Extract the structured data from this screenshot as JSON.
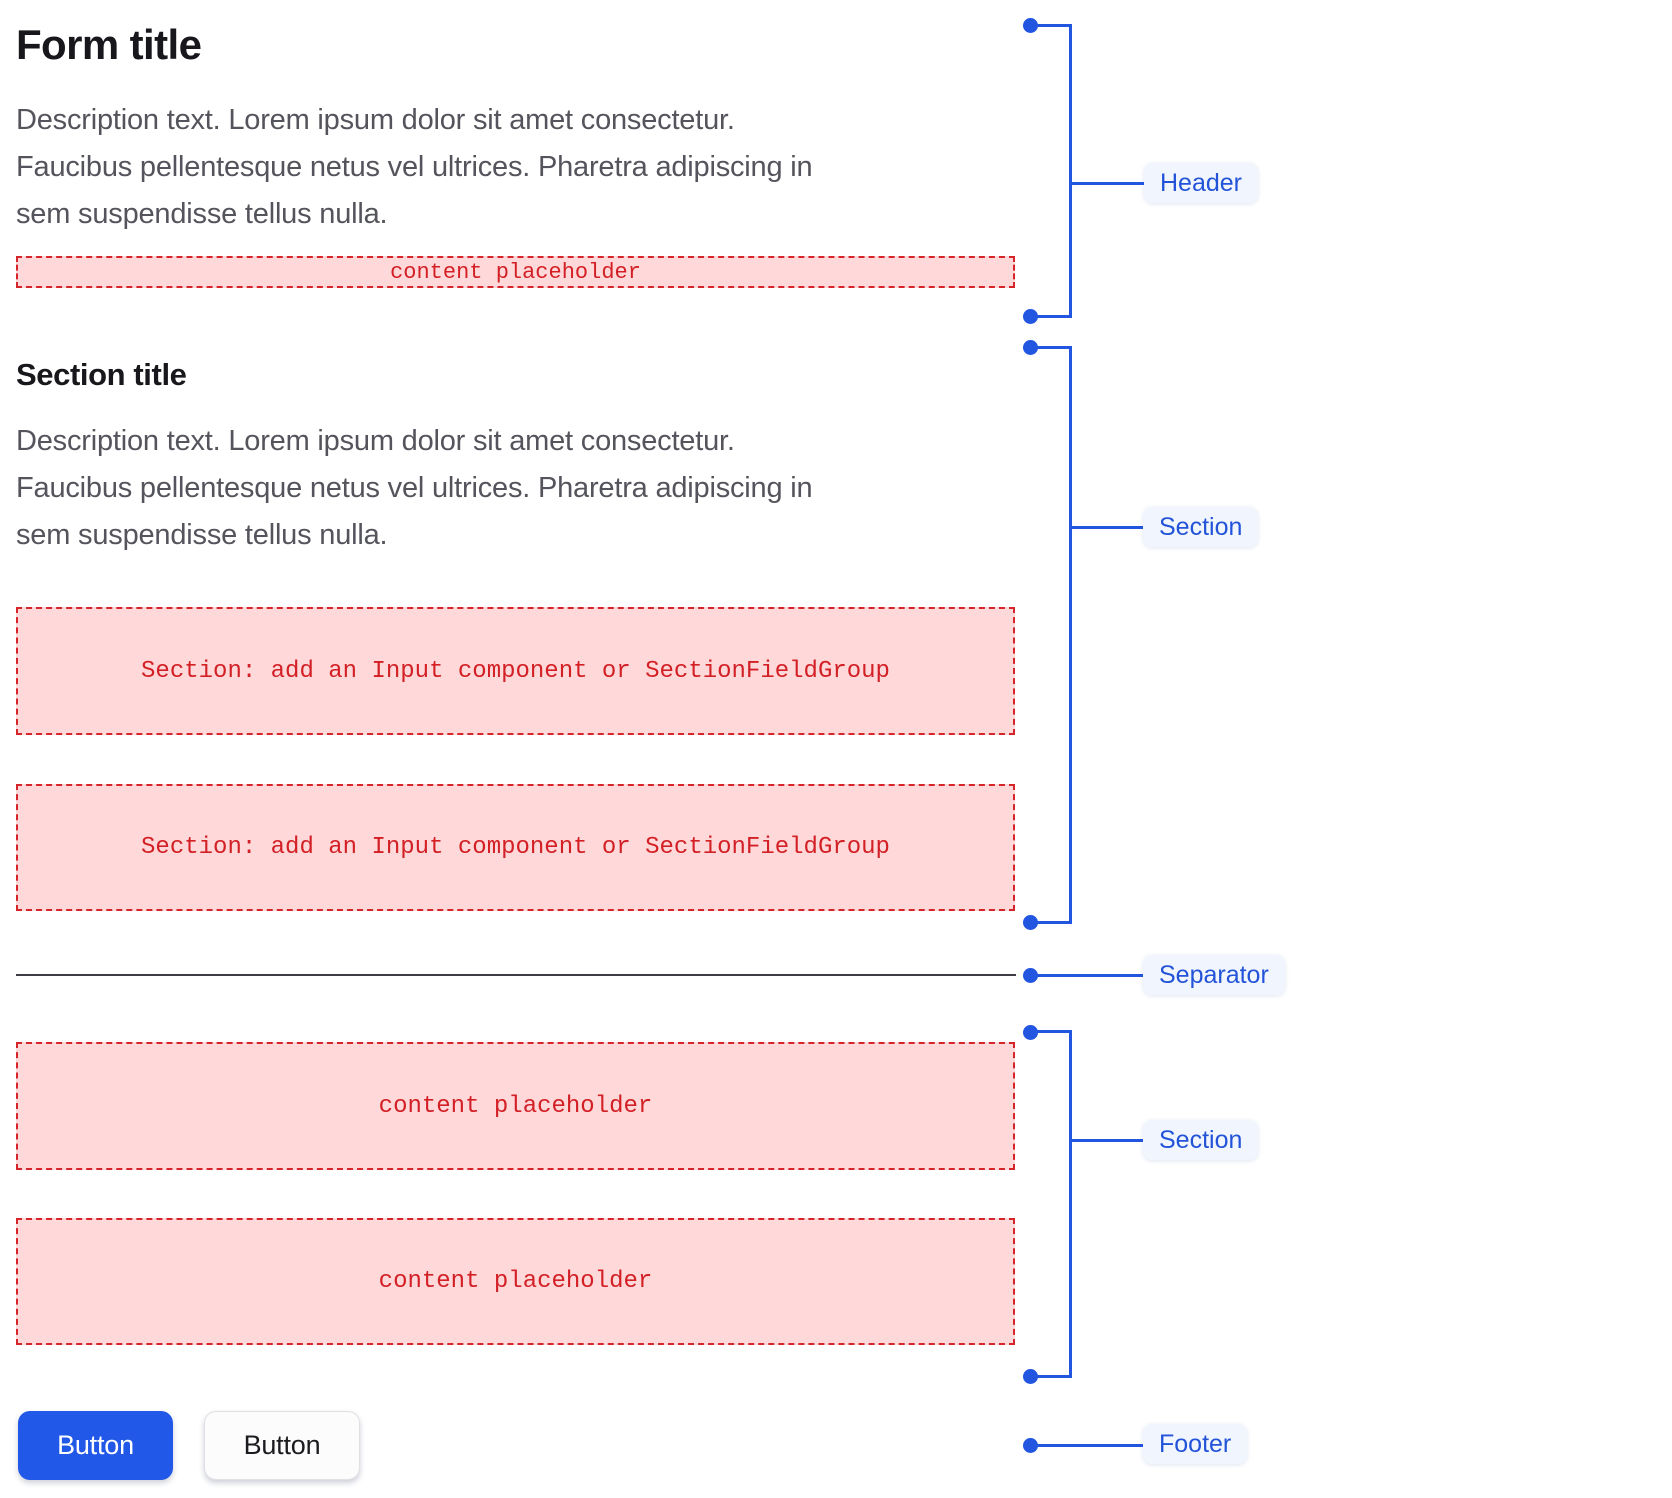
{
  "colors": {
    "annotation_blue": "#2255e0",
    "annotation_pill_bg": "#f0f5fe",
    "placeholder_pink": "#ffd9d9",
    "placeholder_red": "#d6242b",
    "separator_gray": "#3c3c44",
    "primary_button_blue": "#2158e8",
    "title_color": "#17171c",
    "description_gray": "#54545c"
  },
  "header": {
    "title": "Form title",
    "description_lines": [
      "Description text. Lorem ipsum dolor sit amet consectetur.",
      "Faucibus pellentesque netus vel ultrices. Pharetra adipiscing in",
      "sem suspendisse tellus nulla."
    ],
    "placeholder": "content placeholder"
  },
  "section": {
    "title": "Section title",
    "description_lines": [
      "Description text. Lorem ipsum dolor sit amet consectetur.",
      "Faucibus pellentesque netus vel ultrices. Pharetra adipiscing in",
      "sem suspendisse tellus nulla."
    ],
    "placeholders": [
      "Section: add an Input component or SectionFieldGroup",
      "Section: add an Input component or SectionFieldGroup"
    ]
  },
  "section2": {
    "placeholders": [
      "content placeholder",
      "content placeholder"
    ]
  },
  "footer": {
    "buttons": [
      {
        "label": "Button",
        "variant": "primary"
      },
      {
        "label": "Button",
        "variant": "secondary"
      }
    ]
  },
  "annotations": [
    {
      "label": "Header"
    },
    {
      "label": "Section"
    },
    {
      "label": "Separator"
    },
    {
      "label": "Section"
    },
    {
      "label": "Footer"
    }
  ]
}
